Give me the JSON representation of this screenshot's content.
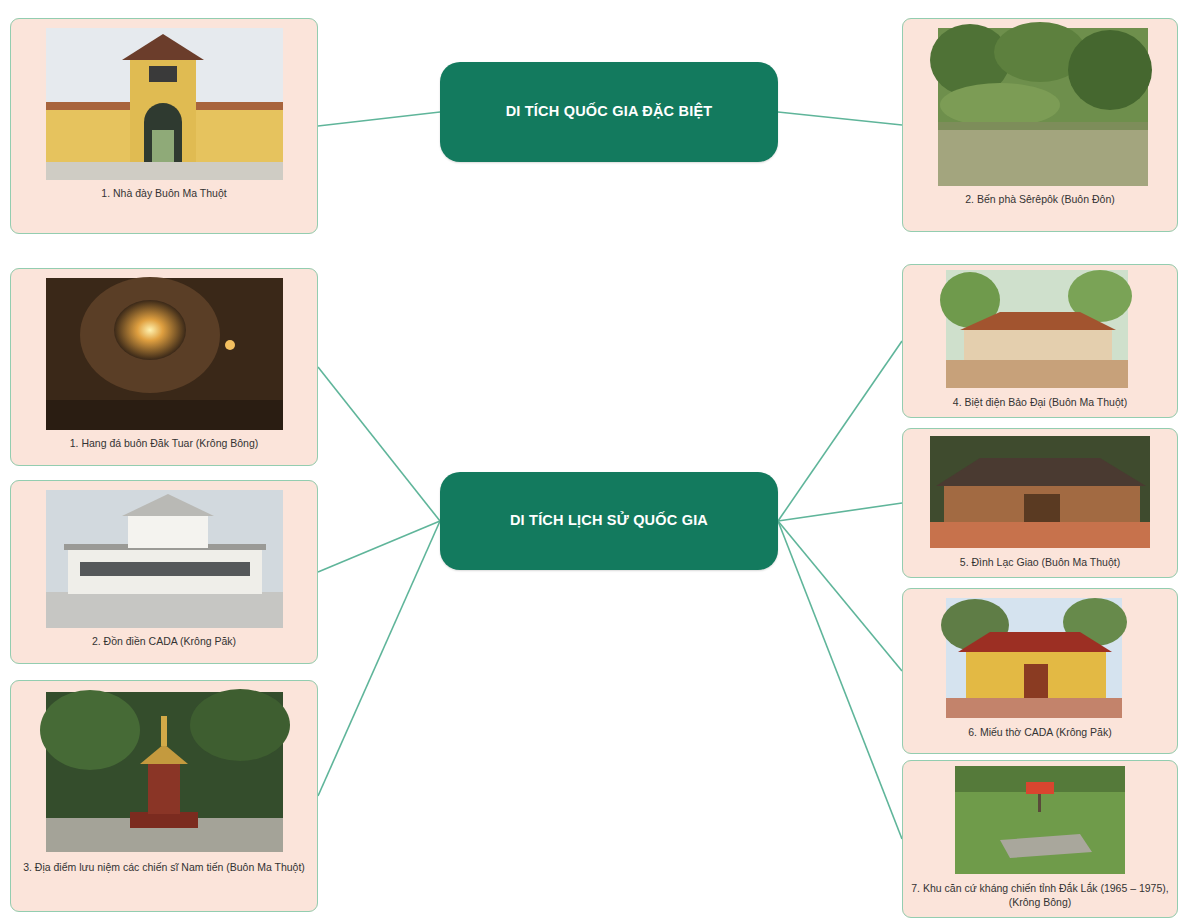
{
  "diagram": {
    "nodes": [
      {
        "text": [
          "DI TÍCH QUỐC GIA ĐẶC BIỆT"
        ]
      },
      {
        "text": [
          "1. Nhà đày Buôn Ma Thuột"
        ]
      },
      {
        "text": [
          "2. Bến phà Sêrêpôk (Buôn Đôn)"
        ]
      },
      {
        "text": [
          "DI TÍCH LỊCH SỬ QUỐC GIA"
        ]
      },
      {
        "text": [
          "1. Hang đá buôn Đăk Tuar (Krông Bông)"
        ]
      },
      {
        "text": [
          "2. Đồn điền CADA (Krông Păk)"
        ]
      },
      {
        "text": [
          "3. Địa điểm lưu niệm các chiến sĩ Nam tiến (Buôn Ma Thuột)"
        ]
      },
      {
        "text": [
          "4. Biệt điện Bảo Đại (Buôn Ma Thuột)"
        ]
      },
      {
        "text": [
          "5. Đình Lạc Giao (Buôn Ma Thuột)"
        ]
      },
      {
        "text": [
          "6. Miếu thờ CADA (Krông Păk)"
        ]
      },
      {
        "text": [
          "7. Khu căn cứ kháng chiến tỉnh Đắk Lắk (1965 – 1975), (Krông Bông)"
        ]
      }
    ],
    "edges": [
      {
        "from": 0,
        "to": 1,
        "arrow": "none"
      },
      {
        "from": 0,
        "to": 2,
        "arrow": "none"
      },
      {
        "from": 3,
        "to": 4,
        "arrow": "none"
      },
      {
        "from": 3,
        "to": 5,
        "arrow": "none"
      },
      {
        "from": 3,
        "to": 6,
        "arrow": "none"
      },
      {
        "from": 3,
        "to": 7,
        "arrow": "none"
      },
      {
        "from": 3,
        "to": 8,
        "arrow": "none"
      },
      {
        "from": 3,
        "to": 9,
        "arrow": "none"
      },
      {
        "from": 3,
        "to": 10,
        "arrow": "none"
      }
    ]
  }
}
